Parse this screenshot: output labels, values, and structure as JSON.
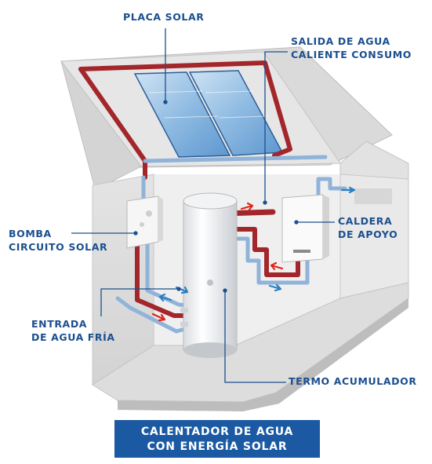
{
  "labels": {
    "placa_solar": "PLACA SOLAR",
    "salida_line1": "SALIDA DE AGUA",
    "salida_line2": "CALIENTE CONSUMO",
    "bomba_line1": "BOMBA",
    "bomba_line2": "CIRCUITO SOLAR",
    "caldera_line1": "CALDERA",
    "caldera_line2": "DE APOYO",
    "entrada_line1": "ENTRADA",
    "entrada_line2": "DE AGUA FRÍA",
    "termo": "TERMO ACUMULADOR"
  },
  "title": {
    "line1": "CALENTADOR DE AGUA",
    "line2": "CON ENERGÍA SOLAR"
  },
  "colors": {
    "label_text": "#1b4f8f",
    "title_background": "#1b5aa3",
    "title_text": "#ffffff",
    "hot_pipe": "#a3262a",
    "cold_pipe": "#8fb3d9",
    "arrow_hot": "#e2231a",
    "arrow_cold": "#2a7fc1",
    "leader_line": "#1b4f8f"
  }
}
